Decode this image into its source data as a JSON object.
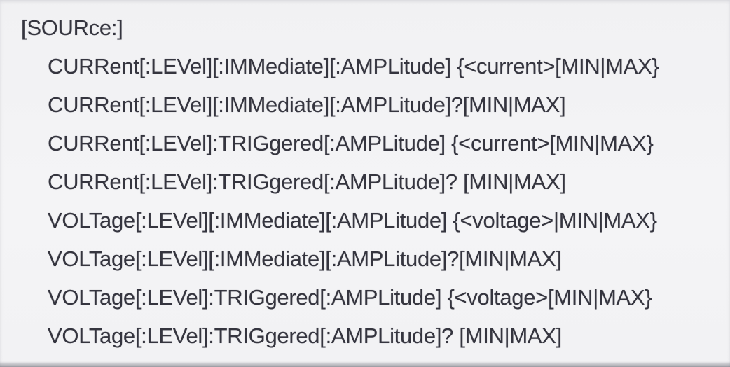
{
  "colors": {
    "background": "#f2f2f4",
    "text": "#35353f",
    "bottom_edge_shadow": "#6e6e78"
  },
  "syntax_block": {
    "header": "[SOURce:]",
    "commands": [
      "CURRent[:LEVel][:IMMediate][:AMPLitude] {<current>[MIN|MAX}",
      "CURRent[:LEVel][:IMMediate][:AMPLitude]?[MIN|MAX]",
      "CURRent[:LEVel]:TRIGgered[:AMPLitude] {<current>[MIN|MAX}",
      "CURRent[:LEVel]:TRIGgered[:AMPLitude]? [MIN|MAX]",
      "VOLTage[:LEVel][:IMMediate][:AMPLitude] {<voltage>|MIN|MAX}",
      "VOLTage[:LEVel][:IMMediate][:AMPLitude]?[MIN|MAX]",
      "VOLTage[:LEVel]:TRIGgered[:AMPLitude] {<voltage>[MIN|MAX}",
      "VOLTage[:LEVel]:TRIGgered[:AMPLitude]? [MIN|MAX]"
    ]
  }
}
